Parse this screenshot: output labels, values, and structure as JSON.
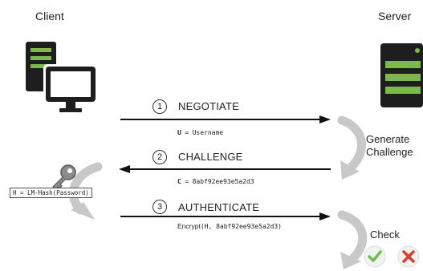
{
  "client": {
    "label": "Client"
  },
  "server": {
    "label": "Server"
  },
  "steps": [
    {
      "number": "1",
      "label": "NEGOTIATE",
      "detail_key": "U",
      "detail_eq": "=",
      "detail_value": "Username"
    },
    {
      "number": "2",
      "label": "CHALLENGE",
      "detail_key": "C",
      "detail_eq": "=",
      "detail_value": "8abf92ee93e5a2d3"
    },
    {
      "number": "3",
      "label": "AUTHENTICATE",
      "detail_prefix": "Encrypt",
      "detail_args": "(H, 8abf92ee93e5a2d3)"
    }
  ],
  "hash_box": {
    "text": "H = LM-Hash(Password)"
  },
  "server_notes": {
    "generate_line1": "Generate",
    "generate_line2": "Challenge",
    "check": "Check"
  },
  "icons": [
    "desktop-computer-icon",
    "server-rack-icon",
    "key-icon",
    "check-icon",
    "cross-icon",
    "curved-arrow-icon"
  ],
  "colors": {
    "server_green": "#7db84a",
    "server_dark": "#1e1e1e",
    "arrow": "#111111",
    "curve_gray": "#c8c8c8",
    "check_green": "#6cc04a",
    "cross_red": "#e03a2e"
  }
}
